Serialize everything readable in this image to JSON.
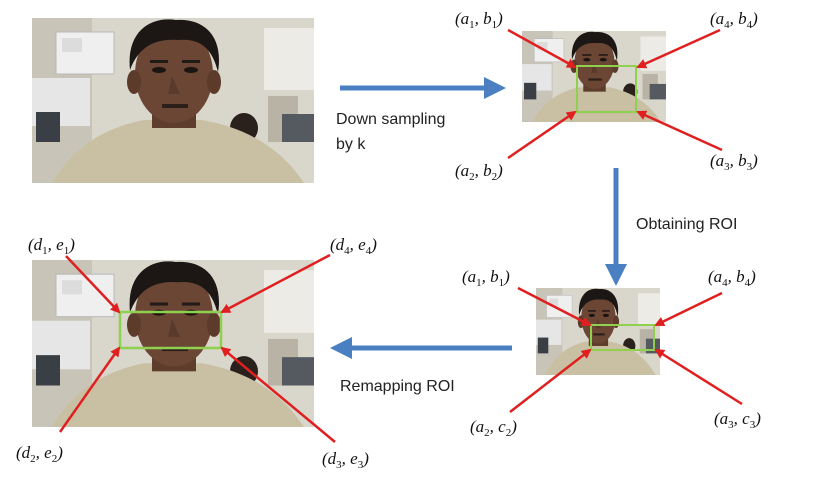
{
  "steps": {
    "down_sampling_line1": "Down sampling",
    "down_sampling_line2": "by k",
    "obtaining_roi": "Obtaining ROI",
    "remapping_roi": "Remapping ROI"
  },
  "photos": [
    {
      "id": "original",
      "roi": false
    },
    {
      "id": "downsampled",
      "roi": true
    },
    {
      "id": "downsampled-roi",
      "roi": true,
      "roi_shape": "eyes"
    },
    {
      "id": "remapped",
      "roi": true,
      "roi_shape": "eyes"
    }
  ],
  "labels": {
    "top": {
      "tl": {
        "v1": "a",
        "s1": "1",
        "v2": "b",
        "s2": "1"
      },
      "tr": {
        "v1": "a",
        "s1": "4",
        "v2": "b",
        "s2": "4"
      },
      "bl": {
        "v1": "a",
        "s1": "2",
        "v2": "b",
        "s2": "2"
      },
      "br": {
        "v1": "a",
        "s1": "3",
        "v2": "b",
        "s2": "3"
      }
    },
    "mid": {
      "tl": {
        "v1": "a",
        "s1": "1",
        "v2": "b",
        "s2": "1"
      },
      "tr": {
        "v1": "a",
        "s1": "4",
        "v2": "b",
        "s2": "4"
      },
      "bl": {
        "v1": "a",
        "s1": "2",
        "v2": "c",
        "s2": "2"
      },
      "br": {
        "v1": "a",
        "s1": "3",
        "v2": "c",
        "s2": "3"
      }
    },
    "left": {
      "tl": {
        "v1": "d",
        "s1": "1",
        "v2": "e",
        "s2": "1"
      },
      "tr": {
        "v1": "d",
        "s1": "4",
        "v2": "e",
        "s2": "4"
      },
      "bl": {
        "v1": "d",
        "s1": "2",
        "v2": "e",
        "s2": "2"
      },
      "br": {
        "v1": "d",
        "s1": "3",
        "v2": "e",
        "s2": "3"
      }
    }
  },
  "colors": {
    "flow_arrow": "#4a7fc1",
    "pointer_arrow": "#e02020",
    "roi_box": "#8fd14f",
    "wall": "#d9d6cc",
    "shirt": "#c9c0a4",
    "skin": "#6b4634",
    "hair": "#1c1714"
  }
}
